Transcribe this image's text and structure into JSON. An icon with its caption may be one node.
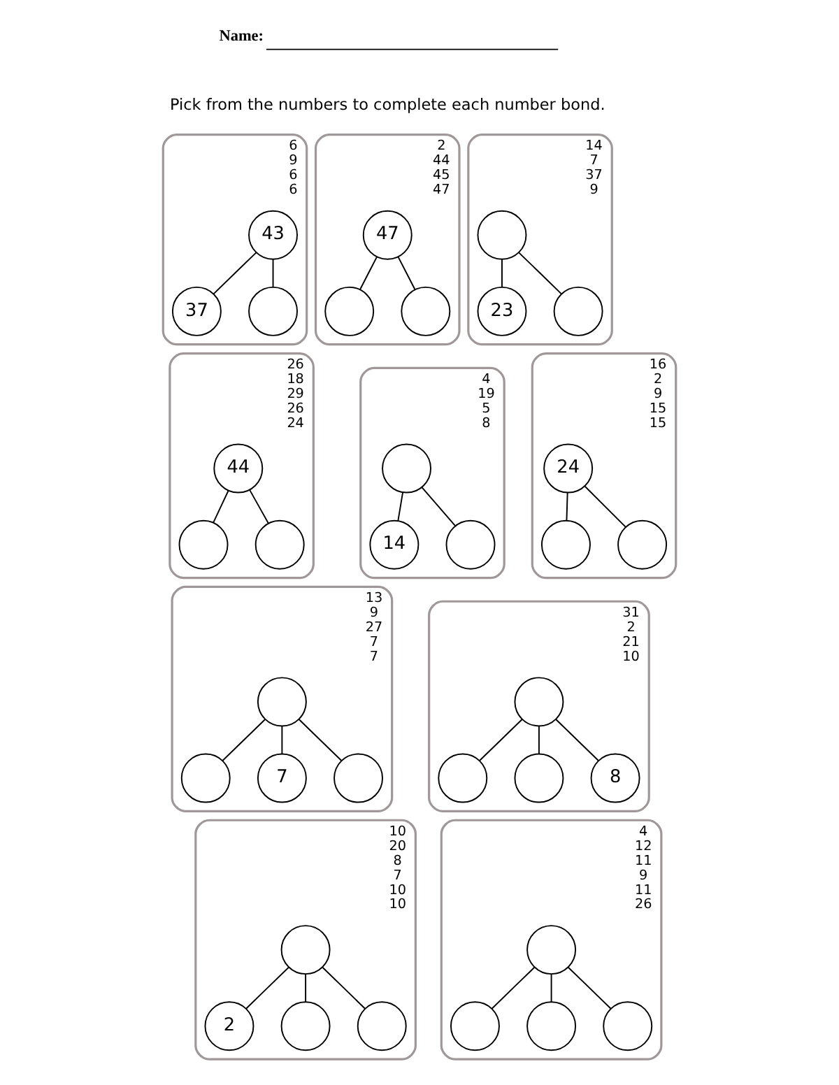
{
  "diagram": {
    "nodes": [
      {
        "text": [
          "6",
          "9",
          "6",
          "6"
        ]
      },
      {
        "text": [
          "43"
        ],
        "in": 0
      },
      {
        "text": [
          "37"
        ],
        "in": 0
      },
      {
        "text": [],
        "shape": "circle",
        "in": 0
      },
      {
        "text": [
          "2",
          "44",
          "45",
          "47"
        ]
      },
      {
        "text": [
          "47"
        ],
        "in": 4
      },
      {
        "text": [],
        "shape": "circle",
        "in": 4
      },
      {
        "text": [],
        "shape": "circle",
        "in": 4
      },
      {
        "text": [
          "14",
          "7",
          "37",
          "9"
        ]
      },
      {
        "text": [],
        "shape": "circle",
        "in": 8
      },
      {
        "text": [
          "23"
        ],
        "in": 8
      },
      {
        "text": [],
        "shape": "circle",
        "in": 8
      },
      {
        "text": [
          "26",
          "18",
          "29",
          "26",
          "24"
        ]
      },
      {
        "text": [
          "44"
        ],
        "in": 12
      },
      {
        "text": [],
        "shape": "circle",
        "in": 12
      },
      {
        "text": [],
        "shape": "circle",
        "in": 12
      },
      {
        "text": [
          "4",
          "19",
          "5",
          "8"
        ]
      },
      {
        "text": [],
        "shape": "circle",
        "in": 16
      },
      {
        "text": [
          "14"
        ],
        "in": 16
      },
      {
        "text": [],
        "shape": "circle",
        "in": 16
      },
      {
        "text": [
          "16",
          "2",
          "9",
          "15",
          "15"
        ]
      },
      {
        "text": [
          "24"
        ],
        "in": 20
      },
      {
        "text": [],
        "shape": "circle",
        "in": 20
      },
      {
        "text": [],
        "shape": "circle",
        "in": 20
      },
      {
        "text": [
          "13",
          "9",
          "27",
          "7",
          "7"
        ]
      },
      {
        "text": [],
        "shape": "circle",
        "in": 24
      },
      {
        "text": [],
        "shape": "circle",
        "in": 24
      },
      {
        "text": [
          "7"
        ],
        "in": 24
      },
      {
        "text": [],
        "shape": "circle",
        "in": 24
      },
      {
        "text": [
          "31",
          "2",
          "21",
          "10"
        ]
      },
      {
        "text": [],
        "shape": "circle",
        "in": 29
      },
      {
        "text": [],
        "shape": "circle",
        "in": 29
      },
      {
        "text": [],
        "shape": "circle",
        "in": 29
      },
      {
        "text": [
          "8"
        ],
        "in": 29
      },
      {
        "text": [
          "10",
          "20",
          "8",
          "7",
          "10",
          "10"
        ]
      },
      {
        "text": [],
        "shape": "circle",
        "in": 34
      },
      {
        "text": [
          "2"
        ],
        "in": 34
      },
      {
        "text": [],
        "shape": "circle",
        "in": 34
      },
      {
        "text": [],
        "shape": "circle",
        "in": 34
      },
      {
        "text": [
          "4",
          "12",
          "11",
          "9",
          "11",
          "26"
        ]
      },
      {
        "text": [],
        "shape": "circle",
        "in": 39
      },
      {
        "text": [],
        "shape": "circle",
        "in": 39
      },
      {
        "text": [],
        "shape": "circle",
        "in": 39
      },
      {
        "text": [],
        "shape": "circle",
        "in": 39
      }
    ],
    "edges": [
      {
        "from": 1,
        "to": 2,
        "arrow": "none"
      },
      {
        "from": 1,
        "to": 3,
        "arrow": "none"
      },
      {
        "from": 5,
        "to": 6,
        "arrow": "none"
      },
      {
        "from": 5,
        "to": 7,
        "arrow": "none"
      },
      {
        "from": 9,
        "to": 10,
        "arrow": "none"
      },
      {
        "from": 9,
        "to": 11,
        "arrow": "none"
      },
      {
        "from": 13,
        "to": 14,
        "arrow": "none"
      },
      {
        "from": 13,
        "to": 15,
        "arrow": "none"
      },
      {
        "from": 17,
        "to": 18,
        "arrow": "none"
      },
      {
        "from": 17,
        "to": 19,
        "arrow": "none"
      },
      {
        "from": 21,
        "to": 22,
        "arrow": "none"
      },
      {
        "from": 21,
        "to": 23,
        "arrow": "none"
      },
      {
        "from": 25,
        "to": 26,
        "arrow": "none"
      },
      {
        "from": 25,
        "to": 27,
        "arrow": "none"
      },
      {
        "from": 25,
        "to": 28,
        "arrow": "none"
      },
      {
        "from": 30,
        "to": 31,
        "arrow": "none"
      },
      {
        "from": 30,
        "to": 32,
        "arrow": "none"
      },
      {
        "from": 30,
        "to": 33,
        "arrow": "none"
      },
      {
        "from": 35,
        "to": 36,
        "arrow": "none"
      },
      {
        "from": 35,
        "to": 37,
        "arrow": "none"
      },
      {
        "from": 35,
        "to": 38,
        "arrow": "none"
      },
      {
        "from": 40,
        "to": 41,
        "arrow": "none"
      },
      {
        "from": 40,
        "to": 42,
        "arrow": "none"
      },
      {
        "from": 40,
        "to": 43,
        "arrow": "none"
      }
    ],
    "labels": [
      "Name:",
      "Pick from the numbers to complete each number bond."
    ]
  }
}
